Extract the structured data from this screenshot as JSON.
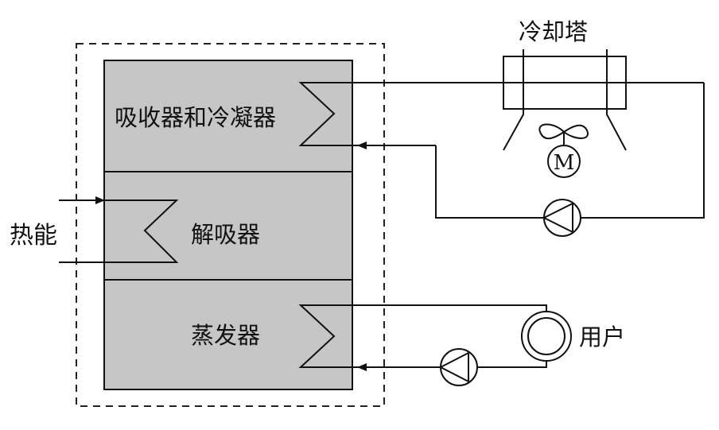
{
  "diagram": {
    "type": "absorption-chiller-schematic",
    "colors": {
      "unit_fill": "#c6c6c6",
      "line": "#111111",
      "background": "#ffffff"
    },
    "unit_sections": [
      {
        "id": "absorber-condenser",
        "label": "吸收器和冷凝器"
      },
      {
        "id": "desorber",
        "label": "解吸器"
      },
      {
        "id": "evaporator",
        "label": "蒸发器"
      }
    ],
    "labels": {
      "cooling_tower": "冷却塔",
      "heat_input": "热能",
      "user": "用户",
      "motor": "M"
    },
    "components": [
      {
        "id": "cooling-tower",
        "label_ref": "cooling_tower"
      },
      {
        "id": "fan-motor",
        "label_ref": "motor"
      },
      {
        "id": "cooling-water-pump"
      },
      {
        "id": "chilled-water-pump"
      },
      {
        "id": "user-load",
        "label_ref": "user"
      }
    ],
    "connections": [
      {
        "from": "absorber-condenser",
        "to": "cooling-tower",
        "direction": "out"
      },
      {
        "from": "cooling-tower",
        "to": "cooling-water-pump"
      },
      {
        "from": "cooling-water-pump",
        "to": "absorber-condenser",
        "direction": "in"
      },
      {
        "from": "heat-source",
        "to": "desorber",
        "direction": "in"
      },
      {
        "from": "evaporator",
        "to": "user-load",
        "direction": "out"
      },
      {
        "from": "user-load",
        "to": "chilled-water-pump"
      },
      {
        "from": "chilled-water-pump",
        "to": "evaporator",
        "direction": "in"
      }
    ]
  }
}
